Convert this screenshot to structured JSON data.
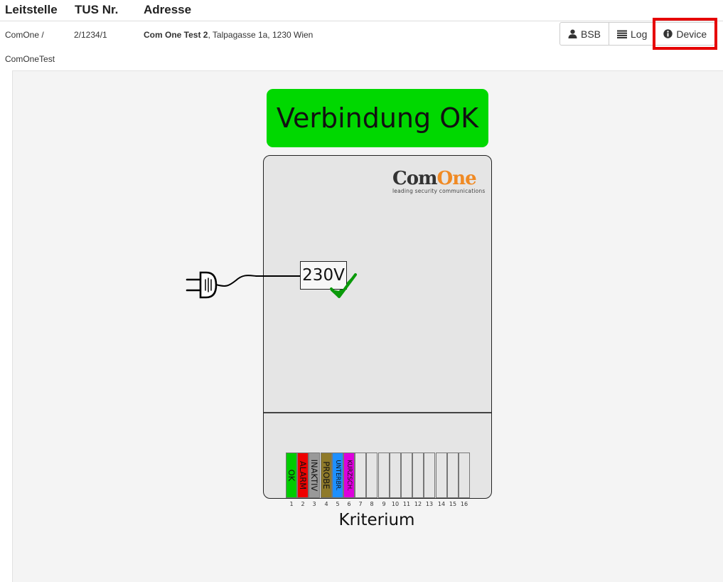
{
  "header": {
    "col_leitstelle": "Leitstelle",
    "col_tus": "TUS Nr.",
    "col_adresse": "Adresse"
  },
  "row": {
    "leitstelle_line1": "ComOne /",
    "leitstelle_line2": "ComOneTest",
    "tus_nr": "2/1234/1",
    "address_name": "Com One Test 2",
    "address_rest": ", Talpagasse 1a, 1230 Wien"
  },
  "buttons": {
    "bsb": "BSB",
    "log": "Log",
    "device": "Device"
  },
  "status": {
    "label": "Verbindung OK",
    "color": "#00d800"
  },
  "device": {
    "logo_com": "Com",
    "logo_one": "One",
    "logo_tagline": "leading security communications",
    "power_label": "230V",
    "power_ok": true,
    "kriterium_label": "Kriterium",
    "terminals": [
      {
        "num": "1",
        "label": "OK",
        "color": "#00cc00"
      },
      {
        "num": "2",
        "label": "ALARM",
        "color": "#ee0000"
      },
      {
        "num": "3",
        "label": "INAKTIV",
        "color": "#999999"
      },
      {
        "num": "4",
        "label": "PROBE",
        "color": "#8f7a2a"
      },
      {
        "num": "5",
        "label": "UNTERBR.",
        "color": "#1e90ff"
      },
      {
        "num": "6",
        "label": "KURZSCH.",
        "color": "#dd00dd"
      },
      {
        "num": "7",
        "label": "",
        "color": ""
      },
      {
        "num": "8",
        "label": "",
        "color": ""
      },
      {
        "num": "9",
        "label": "",
        "color": ""
      },
      {
        "num": "10",
        "label": "",
        "color": ""
      },
      {
        "num": "11",
        "label": "",
        "color": ""
      },
      {
        "num": "12",
        "label": "",
        "color": ""
      },
      {
        "num": "13",
        "label": "",
        "color": ""
      },
      {
        "num": "14",
        "label": "",
        "color": ""
      },
      {
        "num": "15",
        "label": "",
        "color": ""
      },
      {
        "num": "16",
        "label": "",
        "color": ""
      }
    ]
  },
  "colors": {
    "highlight": "#e60000",
    "logo_accent": "#f08a24",
    "check": "#0a9a0a"
  },
  "icons": {
    "bsb": "user-icon",
    "log": "list-icon",
    "device": "info-circle-icon",
    "plug": "power-plug-icon",
    "check": "checkmark-icon"
  }
}
